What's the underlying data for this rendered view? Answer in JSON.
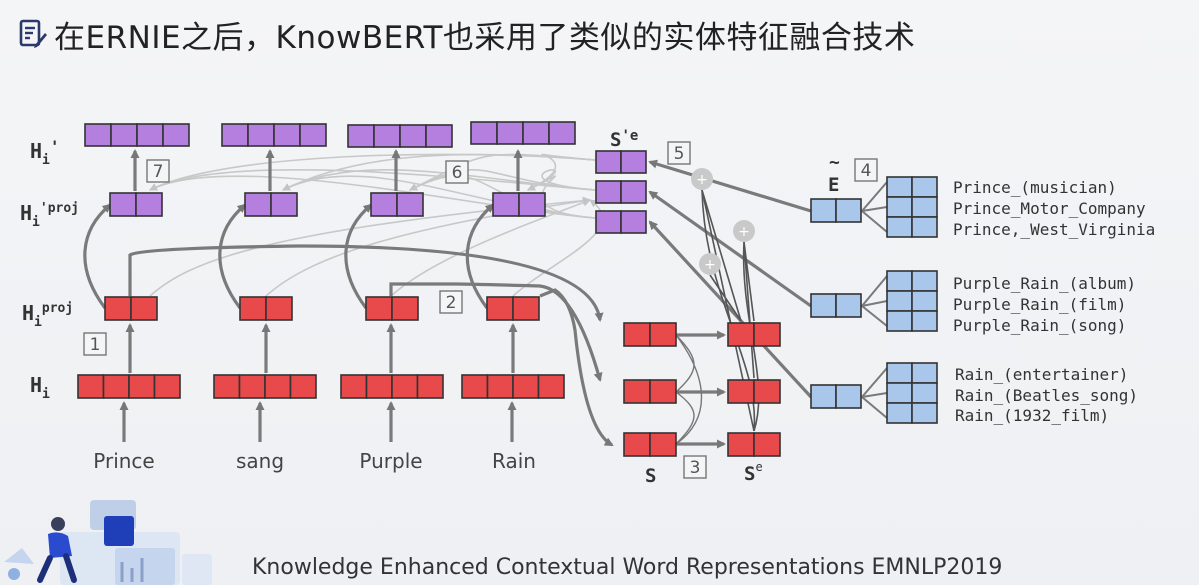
{
  "title": "在ERNIE之后，KnowBERT也采用了类似的实体特征融合技术",
  "footer_reference": "Knowledge Enhanced Contextual Word Representations EMNLP2019",
  "colors": {
    "red": "#e8494a",
    "purple": "#b57fe0",
    "blue": "#a8c7ea",
    "arrow": "#777777",
    "thin_arrow": "#c4c4c4"
  },
  "words": [
    "Prince",
    "sang",
    "Purple",
    "Rain"
  ],
  "layer_labels": {
    "hi": "H",
    "hi_sub": "i",
    "hiproj": "H",
    "hiproj_sub": "i",
    "hiproj_sup": "proj",
    "hiprimeproj": "H",
    "hiprimeproj_sub": "i",
    "hiprimeproj_sup": "'proj",
    "hiprime": "H",
    "hiprime_sub": "i",
    "hiprime_prime": "'"
  },
  "span_labels": {
    "s": "S",
    "se": "S",
    "se_sup": "e",
    "sprime_e": "S",
    "sprime_e_sup": "'e",
    "e_tilde": "E",
    "tilde": "~"
  },
  "steps": [
    "1",
    "2",
    "3",
    "4",
    "5",
    "6",
    "7"
  ],
  "entity_candidates": [
    [
      "Prince_(musician)",
      "Prince_Motor_Company",
      "Prince,_West_Virginia"
    ],
    [
      "Purple_Rain_(album)",
      "Purple_Rain_(film)",
      "Purple_Rain_(song)"
    ],
    [
      "Rain_(entertainer)",
      "Rain_(Beatles_song)",
      "Rain_(1932_film)"
    ]
  ]
}
